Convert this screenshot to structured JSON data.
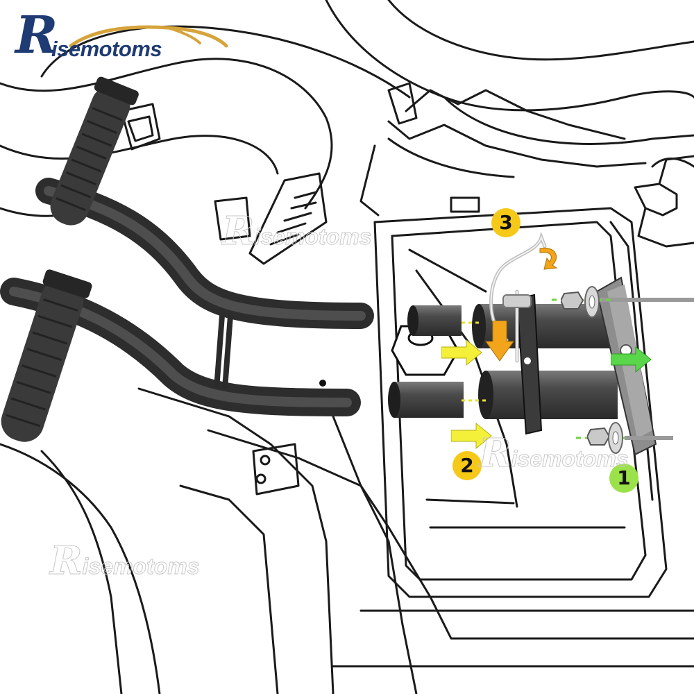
{
  "brand": {
    "logo_initial": "R",
    "logo_rest": "isemotoms",
    "logo_color": "#1f3b73",
    "swoosh_color": "#d6a43b"
  },
  "watermarks": [
    {
      "initial": "R",
      "rest": "isemotoms"
    },
    {
      "initial": "R",
      "rest": "isemotoms"
    },
    {
      "initial": "R",
      "rest": "isemotoms"
    }
  ],
  "steps": [
    {
      "label": "1",
      "color": "#9be24a"
    },
    {
      "label": "2",
      "color": "#f6c918"
    },
    {
      "label": "3",
      "color": "#f6c918"
    }
  ],
  "arrows": {
    "insert_color": "#f4f03a",
    "drop_color": "#f2a51a",
    "push_color": "#5ad64a"
  },
  "icons": [
    "handlebar-icon",
    "mounting-bracket-icon",
    "retaining-pin-icon",
    "bolt-icon",
    "nut-icon",
    "washer-icon",
    "curved-arrow-icon"
  ]
}
